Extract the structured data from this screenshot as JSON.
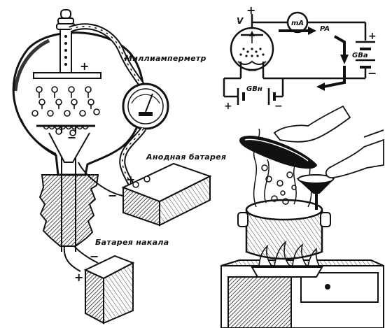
{
  "labels": {
    "milliammeter": "Миллиамперметр",
    "anode_battery": "Анодная батарея",
    "filament_battery": "Батарея накала"
  },
  "circuit": {
    "tube": "V",
    "meter": "mA",
    "meter_ref": "PA",
    "anode_battery": "GBa",
    "filament_battery": "GBн",
    "plus": "+",
    "minus": "−"
  },
  "colors": {
    "ink": "#111111",
    "paper": "#ffffff",
    "shade": "#555555"
  }
}
